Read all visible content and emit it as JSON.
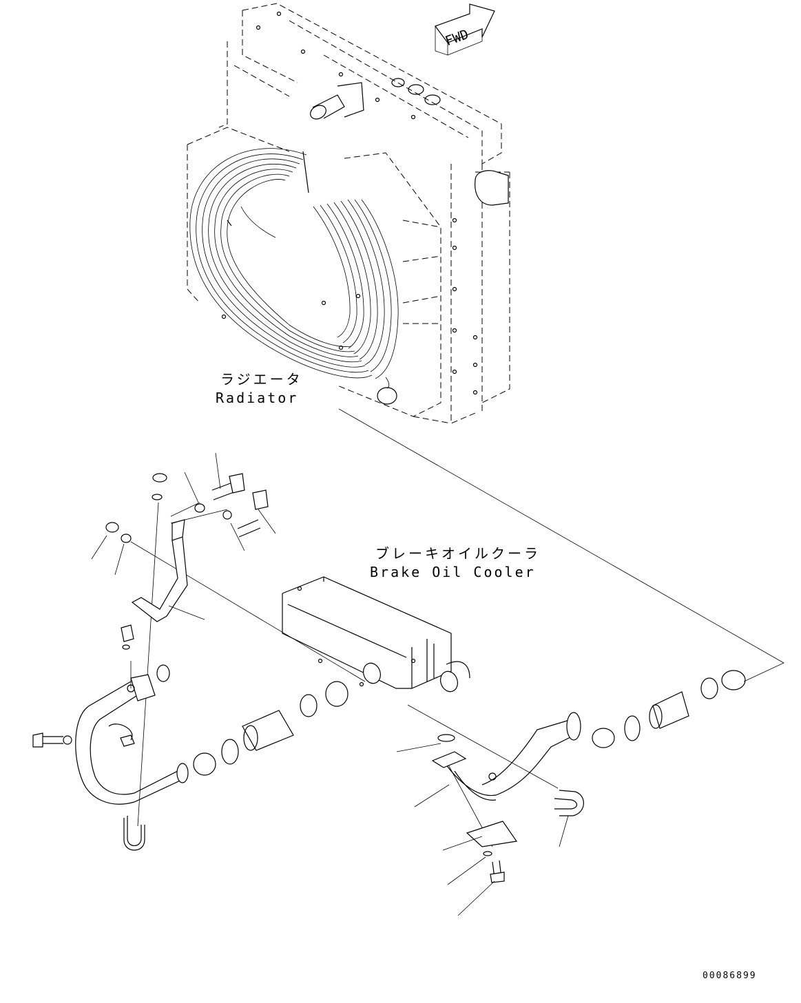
{
  "fwd_arrow": {
    "text": "FWD"
  },
  "labels": {
    "radiator_jp": "ラジエータ",
    "radiator_en": "Radiator",
    "cooler_jp": "ブレーキオイルクーラ",
    "cooler_en": "Brake Oil Cooler"
  },
  "part_number": "00086899"
}
